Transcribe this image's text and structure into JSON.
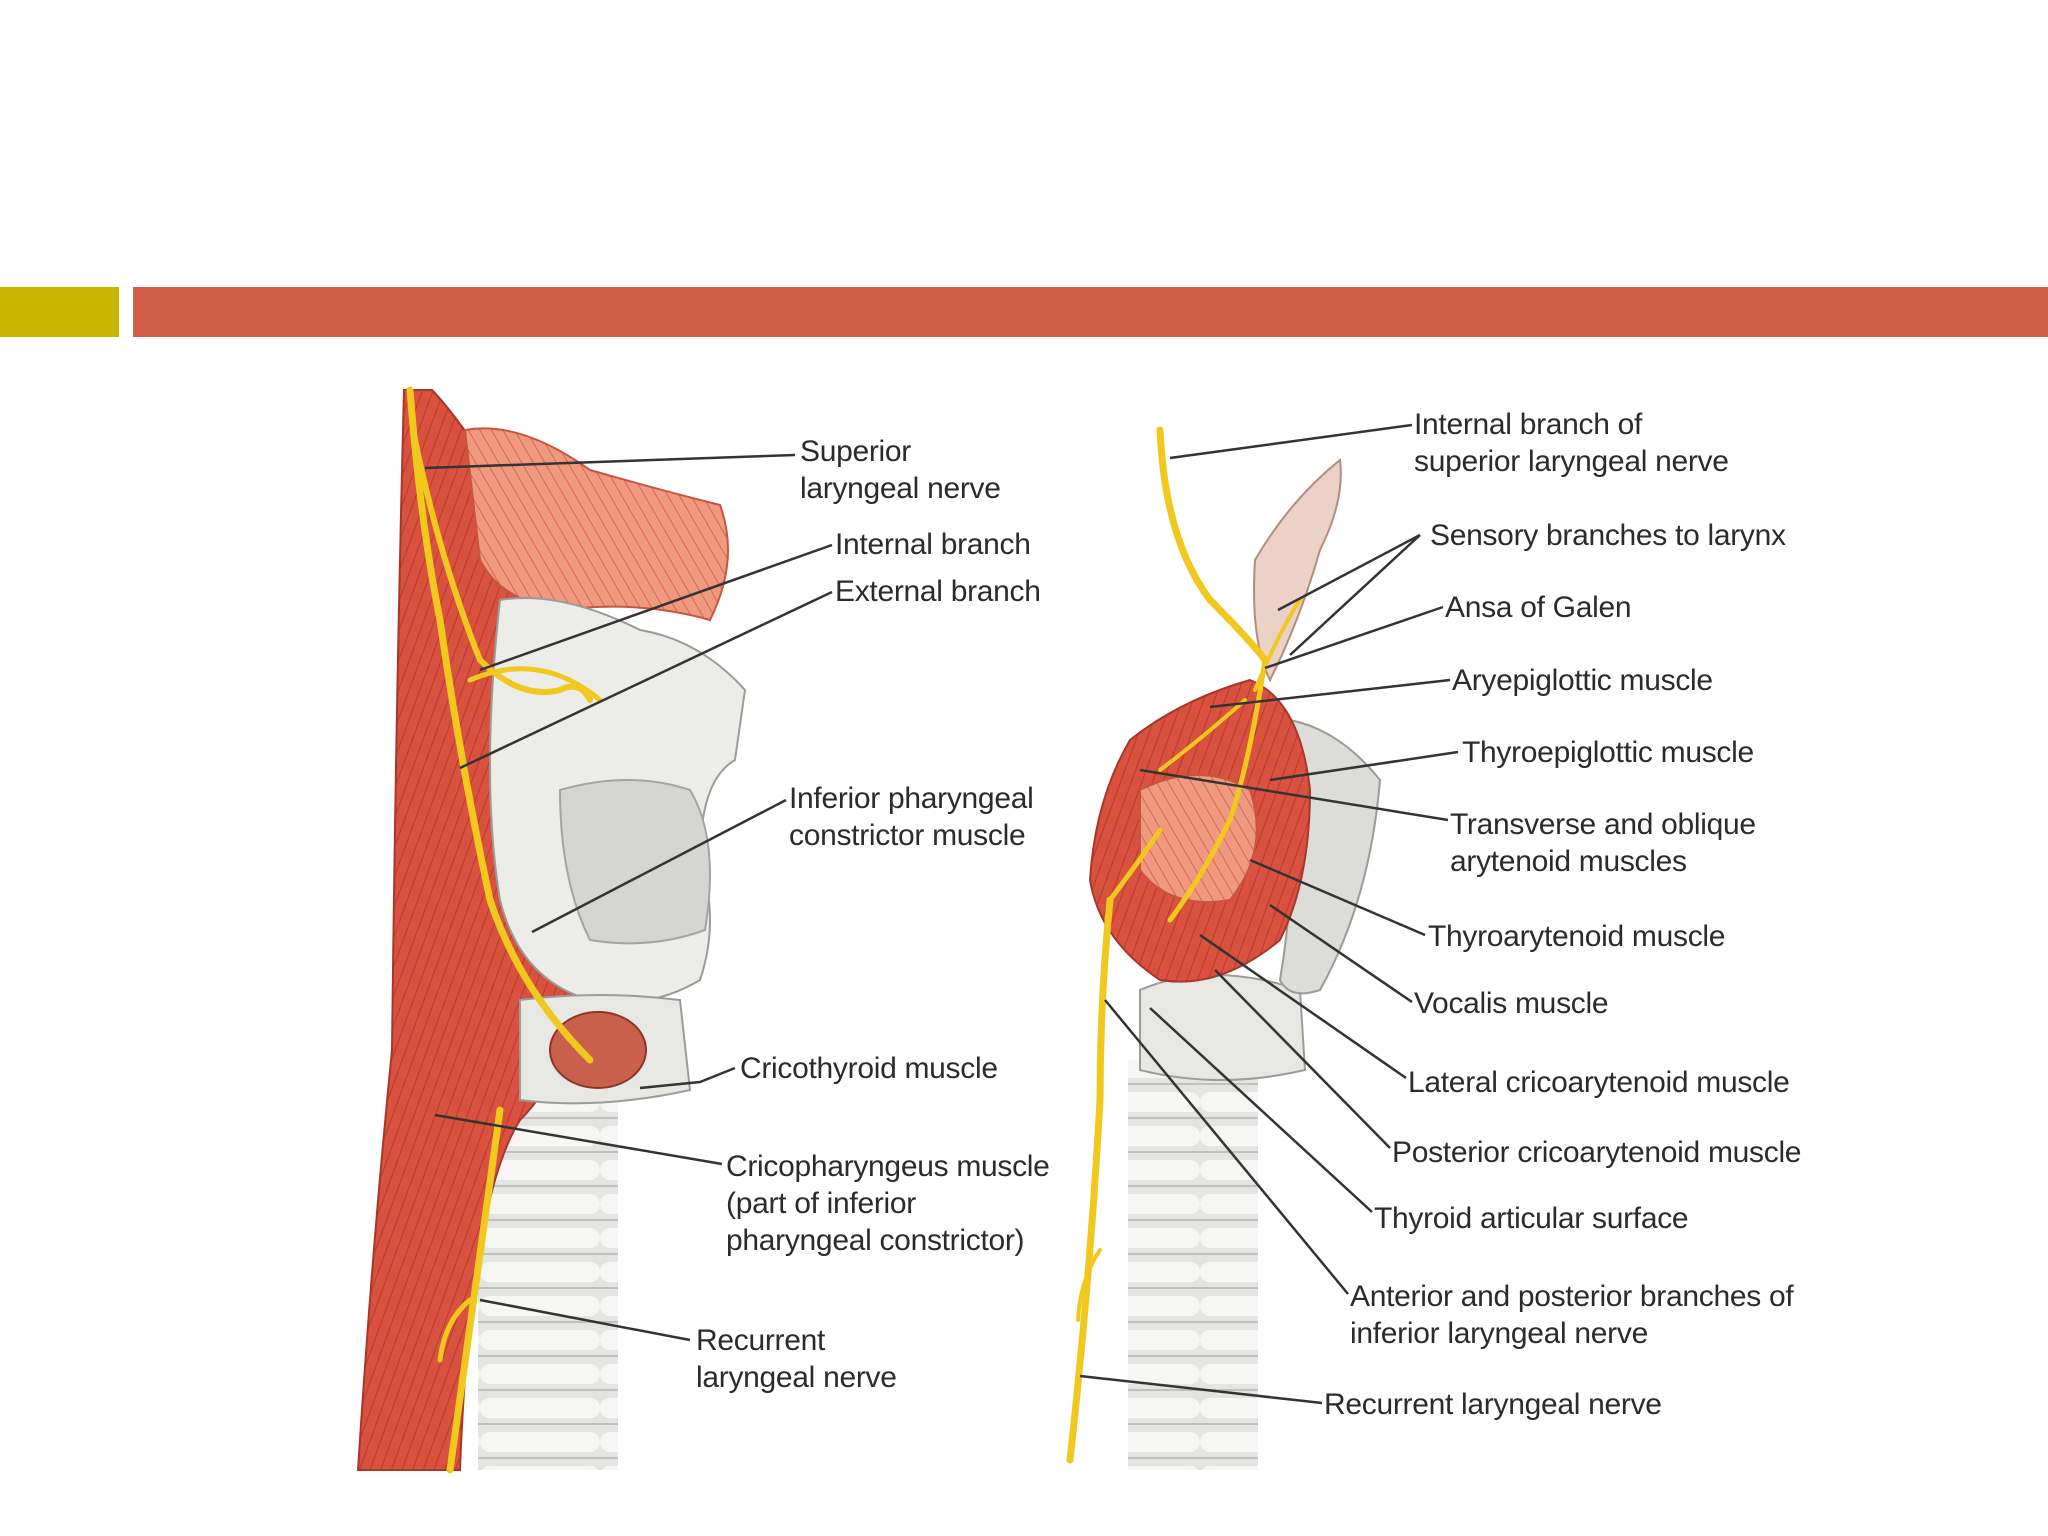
{
  "colors": {
    "accent_bar": "#c9b400",
    "header_bar": "#d25f48",
    "nerve": "#f1c81e",
    "muscle": "#d9513f",
    "muscle_light": "#ef9a80",
    "cartilage": "#ededea",
    "leader_line": "#333333"
  },
  "left_view": {
    "labels": {
      "superior_laryngeal_nerve": "Superior\nlaryngeal nerve",
      "internal_branch": "Internal branch",
      "external_branch": "External branch",
      "inferior_pharyngeal_constrictor": "Inferior pharyngeal\nconstrictor muscle",
      "cricothyroid": "Cricothyroid muscle",
      "cricopharyngeus": "Cricopharyngeus muscle\n(part of inferior\npharyngeal constrictor)",
      "recurrent_laryngeal_nerve": "Recurrent\nlaryngeal nerve"
    }
  },
  "right_view": {
    "labels": {
      "internal_branch_superior": "Internal branch of\nsuperior laryngeal nerve",
      "sensory_branches": "Sensory branches to larynx",
      "ansa_of_galen": "Ansa of Galen",
      "aryepiglottic": "Aryepiglottic muscle",
      "thyroepiglottic": "Thyroepiglottic muscle",
      "transverse_oblique_arytenoid": "Transverse and oblique\narytenoid muscles",
      "thyroarytenoid": "Thyroarytenoid muscle",
      "vocalis": "Vocalis muscle",
      "lateral_cricoarytenoid": "Lateral cricoarytenoid muscle",
      "posterior_cricoarytenoid": "Posterior cricoarytenoid muscle",
      "thyroid_articular_surface": "Thyroid articular surface",
      "anterior_posterior_branches": "Anterior and posterior branches of\ninferior laryngeal nerve",
      "recurrent_laryngeal_nerve": "Recurrent laryngeal nerve"
    }
  }
}
